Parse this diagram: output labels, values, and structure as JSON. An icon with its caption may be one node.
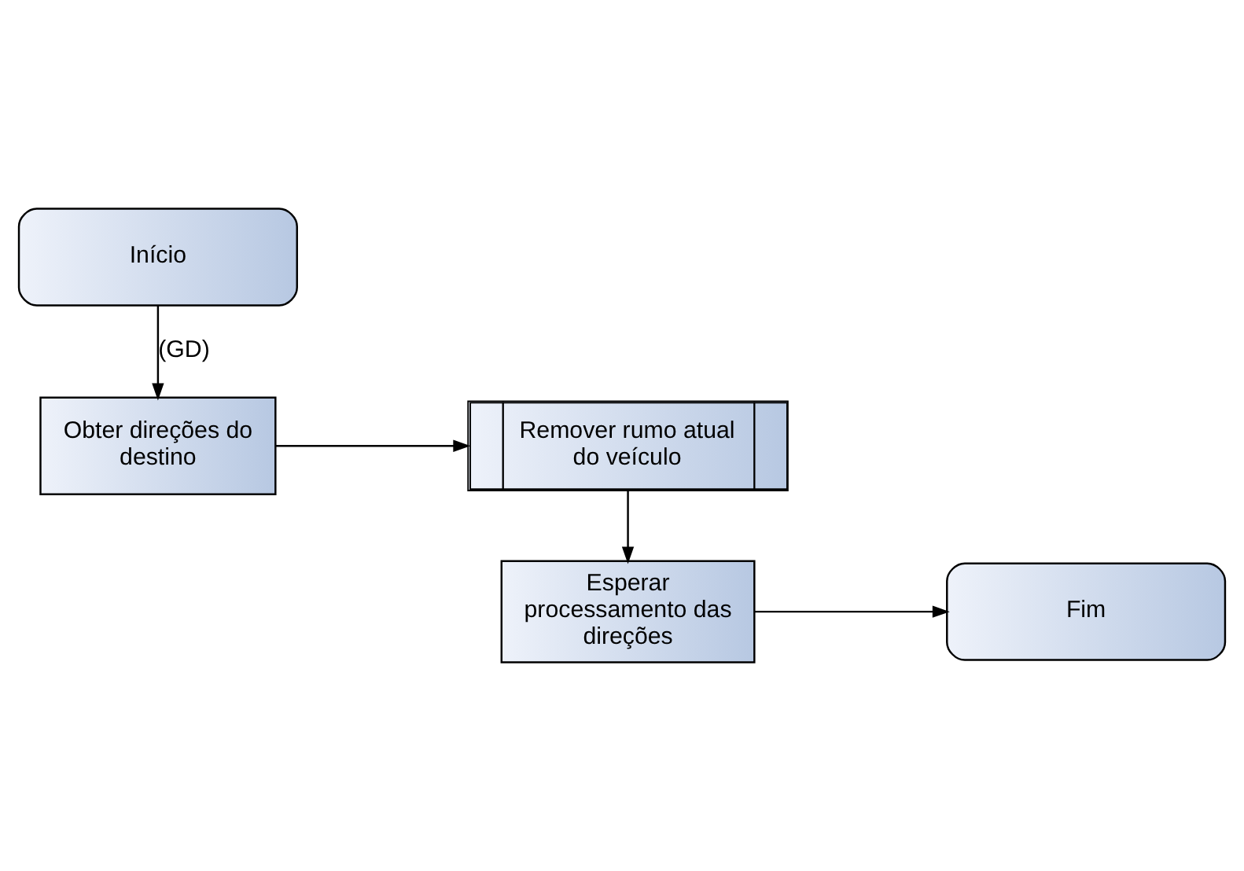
{
  "diagram": {
    "nodes": [
      {
        "text": [
          "Início"
        ]
      },
      {
        "text": [
          "Obter direções do destino"
        ]
      },
      {
        "text": [
          "Remover rumo atual do veículo"
        ]
      },
      {
        "text": [
          "Esperar processamento das direções"
        ]
      },
      {
        "text": [
          "Fim"
        ]
      }
    ],
    "edges": [
      {
        "from": 0,
        "to": 1,
        "arrow": "to",
        "label": "(GD)"
      },
      {
        "from": 1,
        "to": 2,
        "arrow": "to"
      },
      {
        "from": 2,
        "to": 3,
        "arrow": "to"
      },
      {
        "from": 3,
        "to": 4,
        "arrow": "to"
      }
    ]
  }
}
